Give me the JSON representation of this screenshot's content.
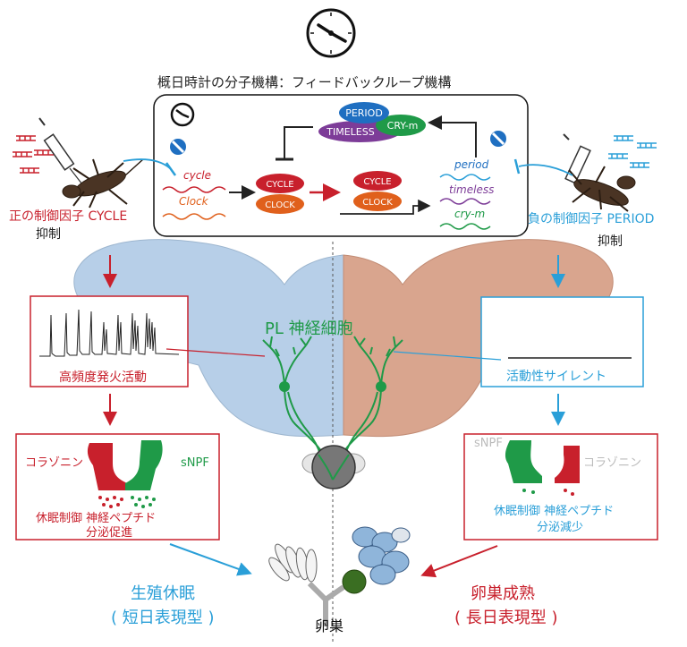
{
  "title": "概日時計の分子機構：フィードバックループ機構",
  "loop": {
    "inhibit_genes": [
      "cycle",
      "Clock"
    ],
    "complex_left": [
      "CYCLE",
      "CLOCK"
    ],
    "complex_right": [
      "CYCLE",
      "CLOCK"
    ],
    "target_genes": [
      "period",
      "timeless",
      "cry-m"
    ],
    "repressor_complex": [
      "PERIOD",
      "TIMELESS",
      "CRY-m"
    ]
  },
  "left": {
    "caption": [
      "正の制御因子 CYCLE",
      "抑制"
    ],
    "trace_label": "高頻度発火活動",
    "peptide_labels": [
      "コラゾニン",
      "sNPF"
    ],
    "effect": [
      "休眠制御 神経ペプチド",
      "分泌促進"
    ],
    "outcome": [
      "生殖休眠",
      "( 短日表現型 )"
    ]
  },
  "right": {
    "caption": [
      "負の制御因子 PERIOD",
      "抑制"
    ],
    "trace_label": "活動性サイレント",
    "peptide_labels": [
      "sNPF",
      "コラゾニン"
    ],
    "effect": [
      "休眠制御 神経ペプチド",
      "分泌減少"
    ],
    "outcome": [
      "卵巣成熟",
      "( 長日表現型 )"
    ]
  },
  "center": {
    "neuron_label": "PL 神経細胞",
    "ovary_label": "卵巣"
  },
  "colors": {
    "red": "#c8202c",
    "blue": "#2a9fd8",
    "green": "#1f9a48",
    "purple": "#7d3c98",
    "orange": "#e0601c",
    "brain_blue": "#b7cfe8",
    "brain_salmon": "#d9a58e"
  }
}
